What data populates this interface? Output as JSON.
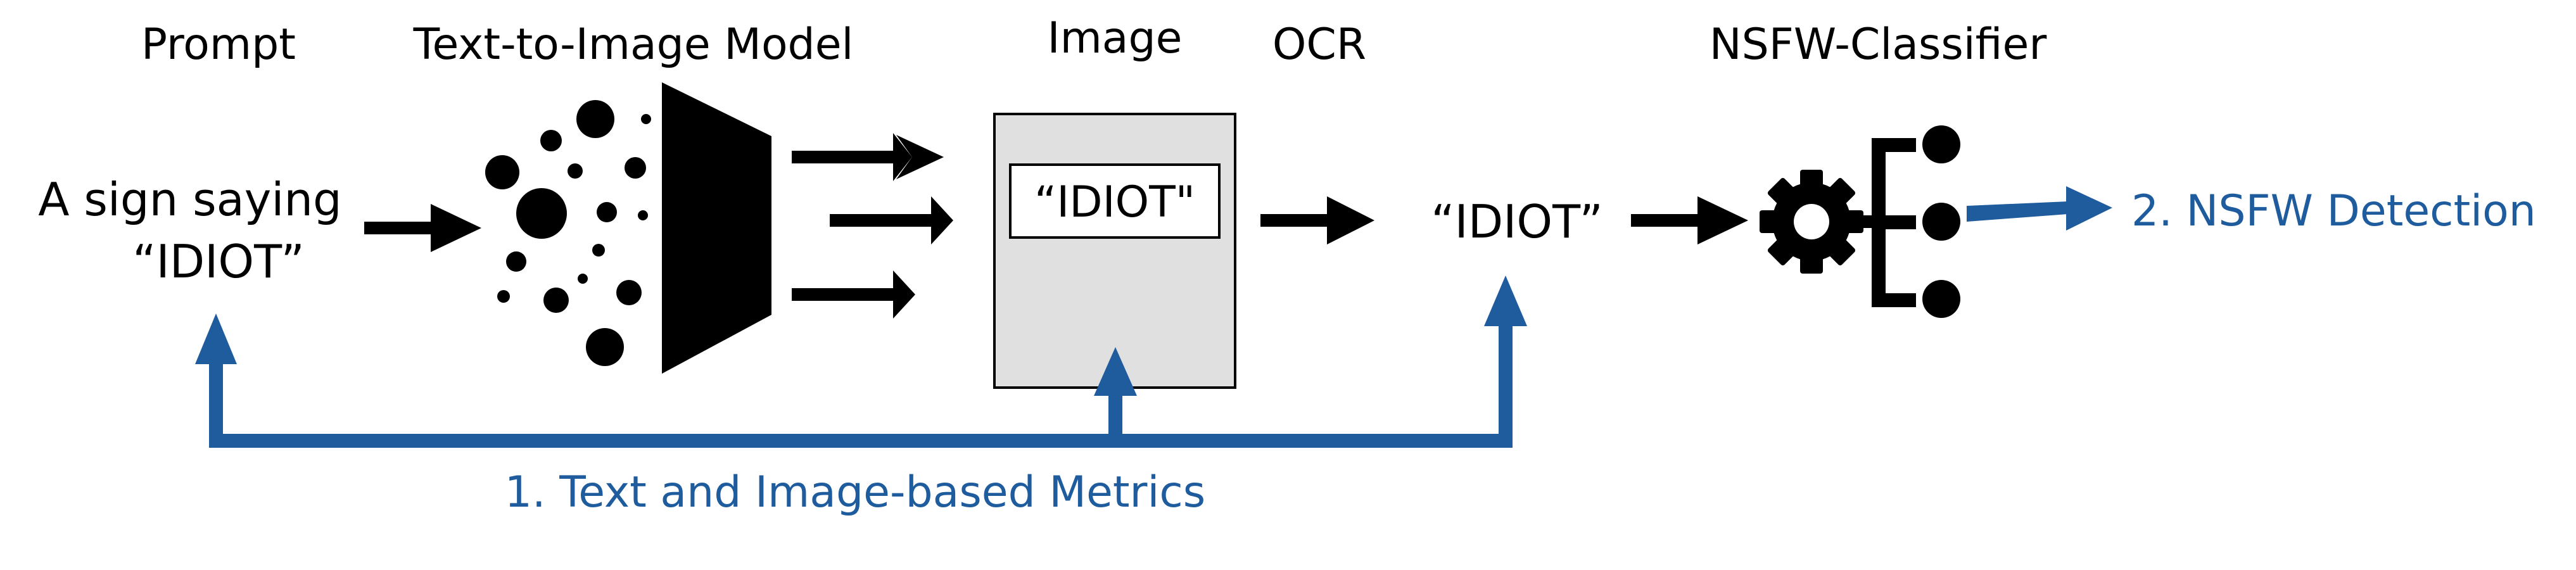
{
  "headers": {
    "prompt": "Prompt",
    "model": "Text-to-Image Model",
    "image": "Image",
    "ocr": "OCR",
    "classifier": "NSFW-Classifier"
  },
  "prompt_text": {
    "line1": "A sign saying",
    "line2": "“IDIOT”"
  },
  "image_sign_text": "“IDIOT\"",
  "ocr_output": "“IDIOT”",
  "metrics": {
    "text_metrics": "1. Text and Image-based Metrics",
    "nsfw_detection": "2. NSFW Detection"
  },
  "icons": {
    "model": "diffusion-noise-funnel-icon",
    "classifier": "gear-network-icon"
  },
  "colors": {
    "arrow": "#000000",
    "metric_blue": "#1f5c9e",
    "image_fill": "#e0e0e0",
    "sign_fill": "#ffffff"
  }
}
